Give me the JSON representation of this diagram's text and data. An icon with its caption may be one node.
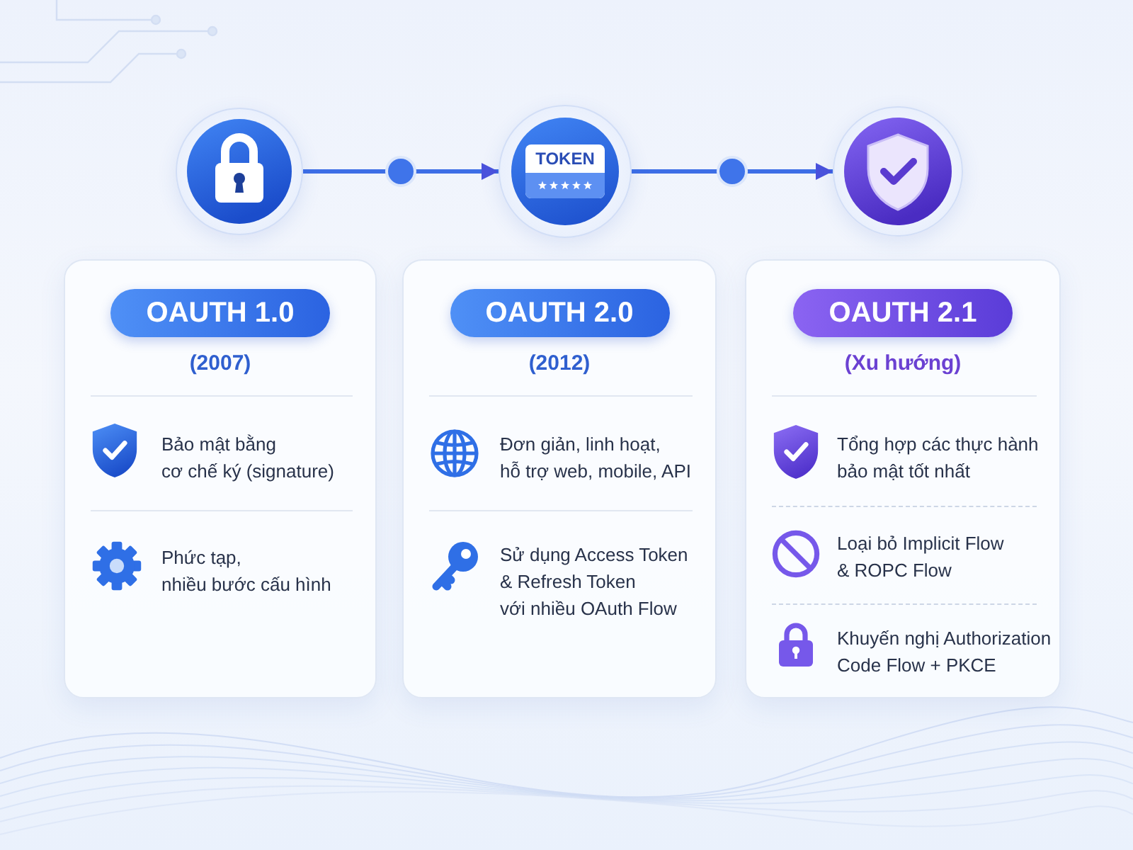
{
  "diagram": {
    "nodes": [
      {
        "text": [],
        "shape": "circle"
      },
      {
        "text": [
          "TOKEN"
        ]
      },
      {
        "text": [],
        "shape": "circle"
      },
      {
        "text": [
          "(2007)",
          "Bảo mật bằng cơ chế ký (signature)",
          "Phức tạp, nhiều bước cấu hình"
        ]
      },
      {
        "text": [
          "OAUTH 1.0"
        ],
        "in": 3
      },
      {
        "text": [
          "(2012)",
          "Đơn giản, linh hoạt, hỗ trợ web, mobile, API",
          "Sử dụng Access Token & Refresh Token với nhiều OAuth Flow"
        ]
      },
      {
        "text": [
          "OAUTH 2.0"
        ],
        "in": 5
      },
      {
        "text": [
          "(Xu hướng)",
          "Tổng hợp các thực hành bảo mật tốt nhất",
          "Loại bỏ Implicit Flow & ROPC Flow",
          "Khuyến nghị Authorization Code Flow + PKCE"
        ]
      },
      {
        "text": [
          "OAUTH 2.1"
        ],
        "in": 7
      }
    ],
    "edges": [
      {
        "from": 0,
        "to": 1,
        "arrow": "to"
      },
      {
        "from": 1,
        "to": 2,
        "arrow": "to"
      }
    ]
  }
}
